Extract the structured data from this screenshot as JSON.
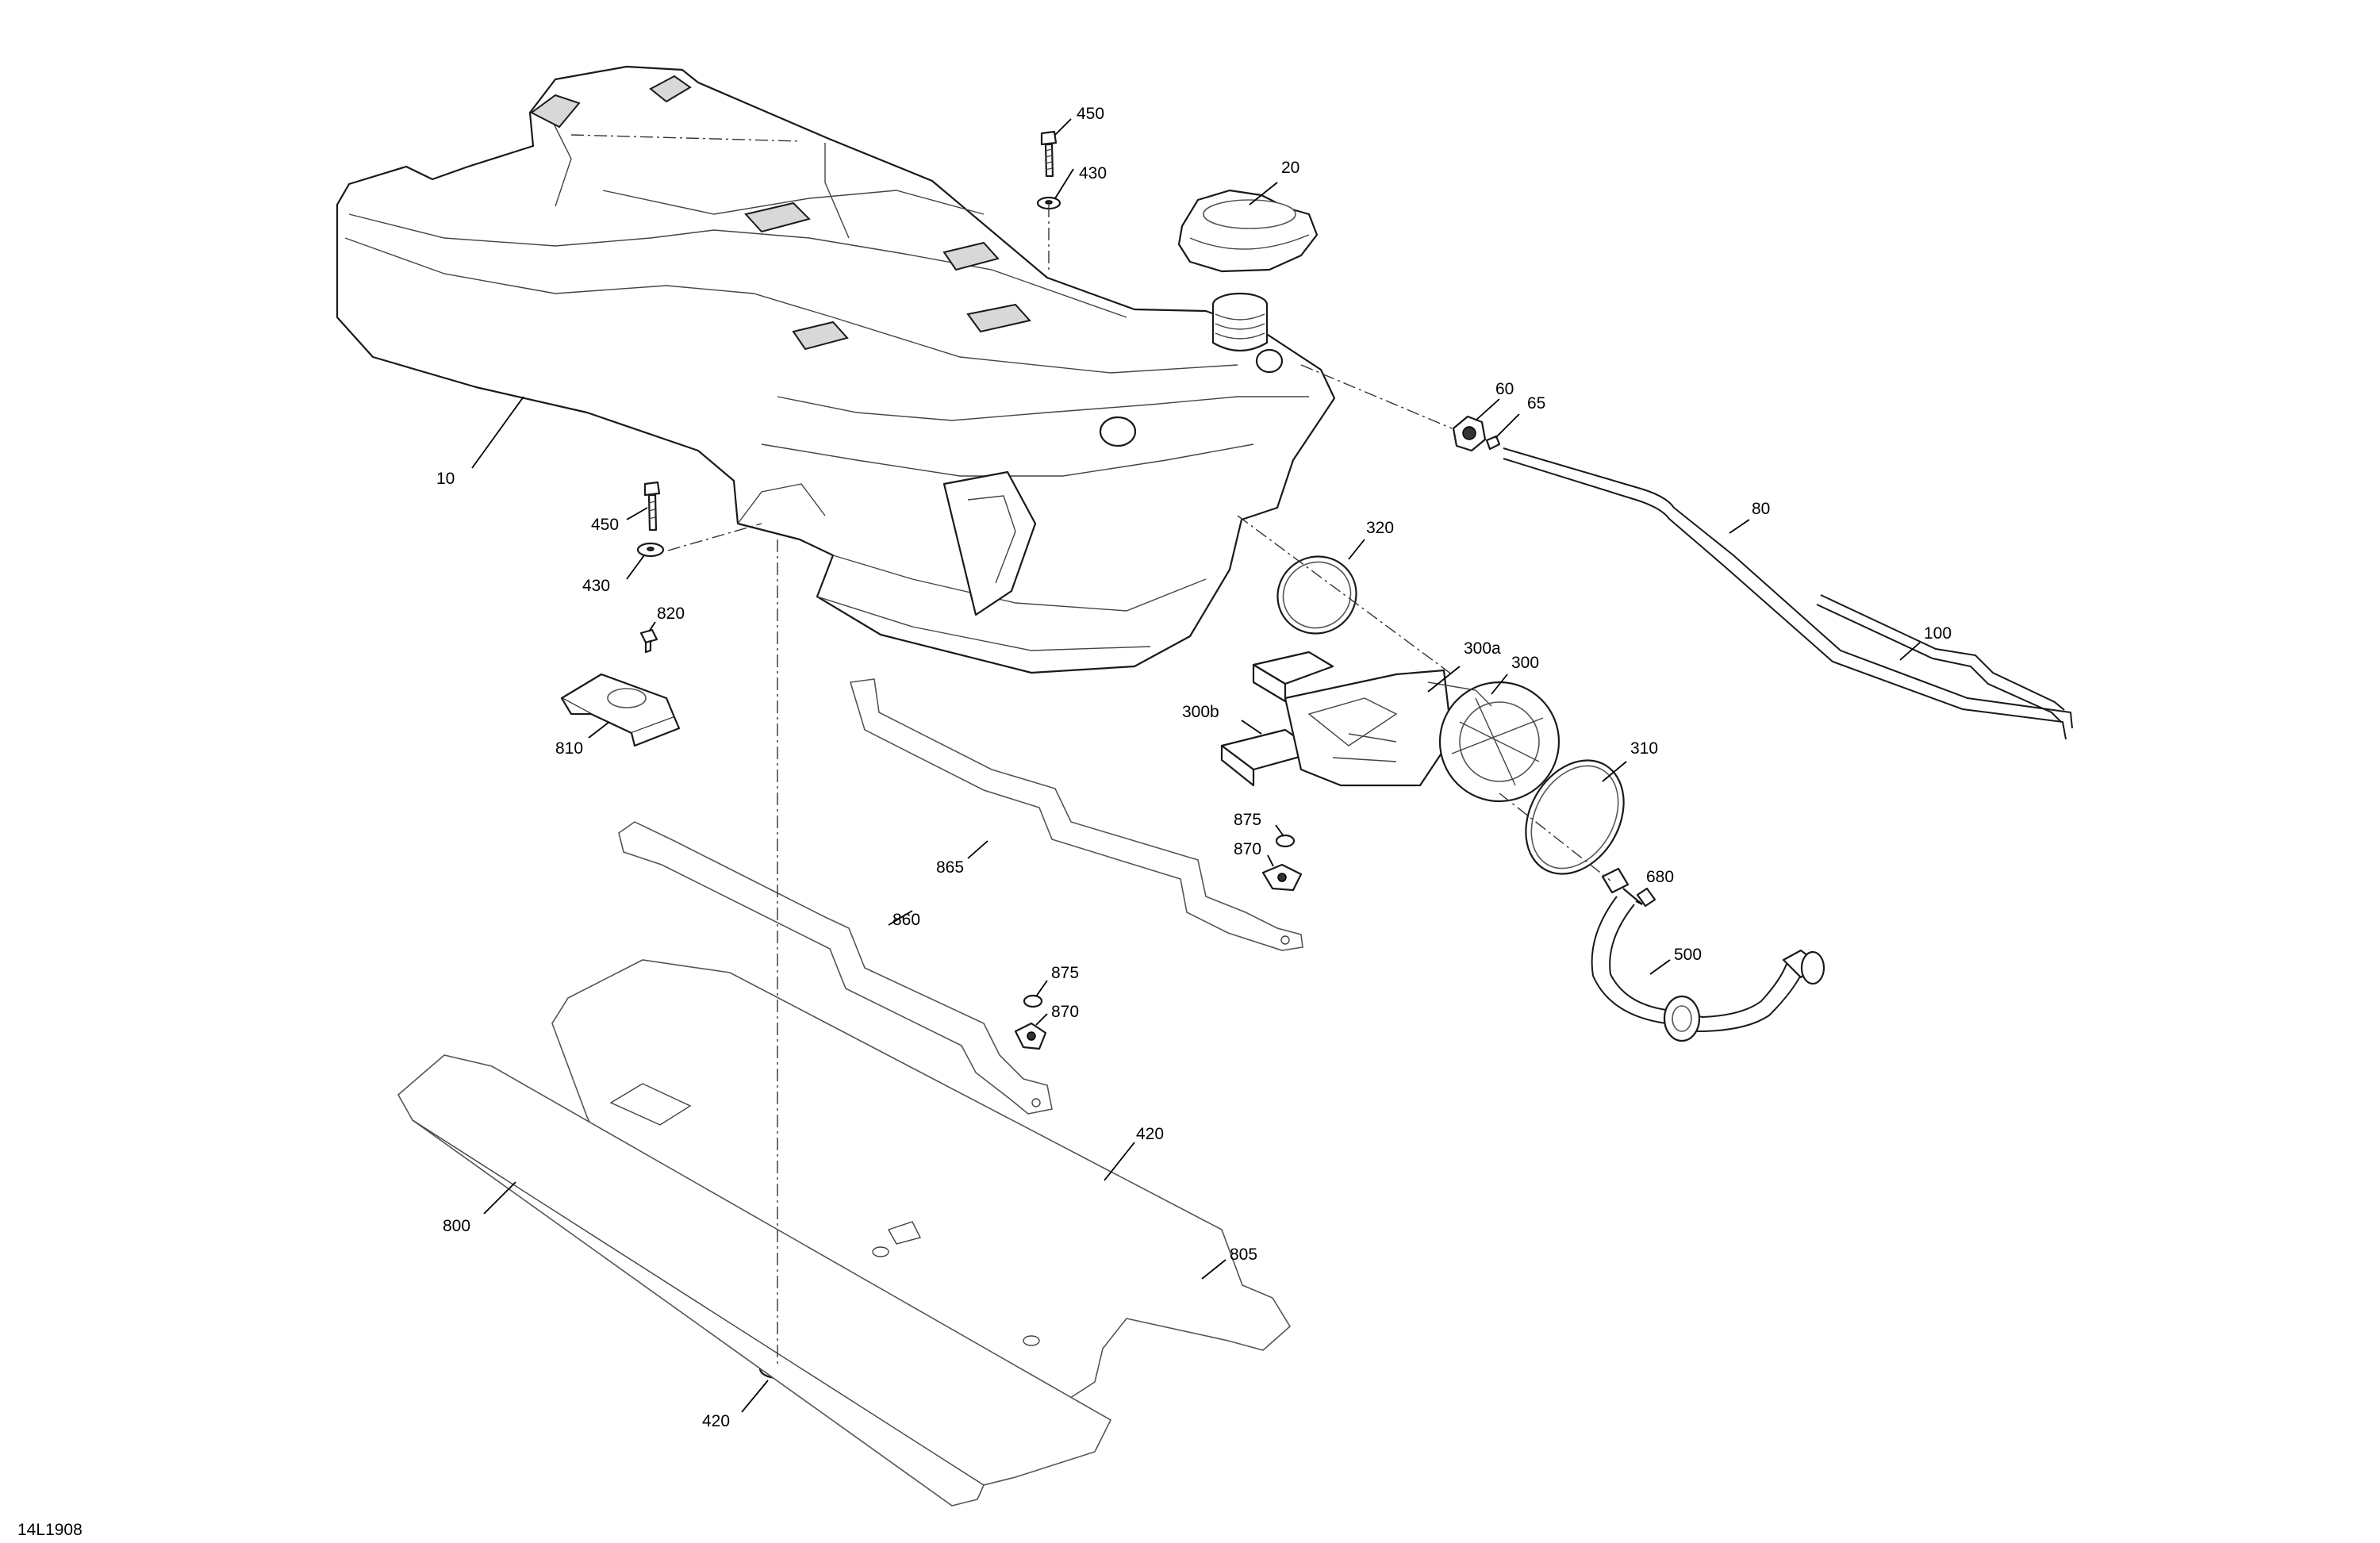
{
  "diagram_id": "14L1908",
  "callouts": [
    {
      "label": "10"
    },
    {
      "label": "20"
    },
    {
      "label": "450"
    },
    {
      "label": "430"
    },
    {
      "label": "450"
    },
    {
      "label": "430"
    },
    {
      "label": "60"
    },
    {
      "label": "65"
    },
    {
      "label": "80"
    },
    {
      "label": "100"
    },
    {
      "label": "320"
    },
    {
      "label": "300a"
    },
    {
      "label": "300"
    },
    {
      "label": "300b"
    },
    {
      "label": "310"
    },
    {
      "label": "820"
    },
    {
      "label": "810"
    },
    {
      "label": "865"
    },
    {
      "label": "875"
    },
    {
      "label": "870"
    },
    {
      "label": "680"
    },
    {
      "label": "860"
    },
    {
      "label": "875"
    },
    {
      "label": "870"
    },
    {
      "label": "500"
    },
    {
      "label": "420"
    },
    {
      "label": "800"
    },
    {
      "label": "805"
    },
    {
      "label": "420"
    }
  ]
}
